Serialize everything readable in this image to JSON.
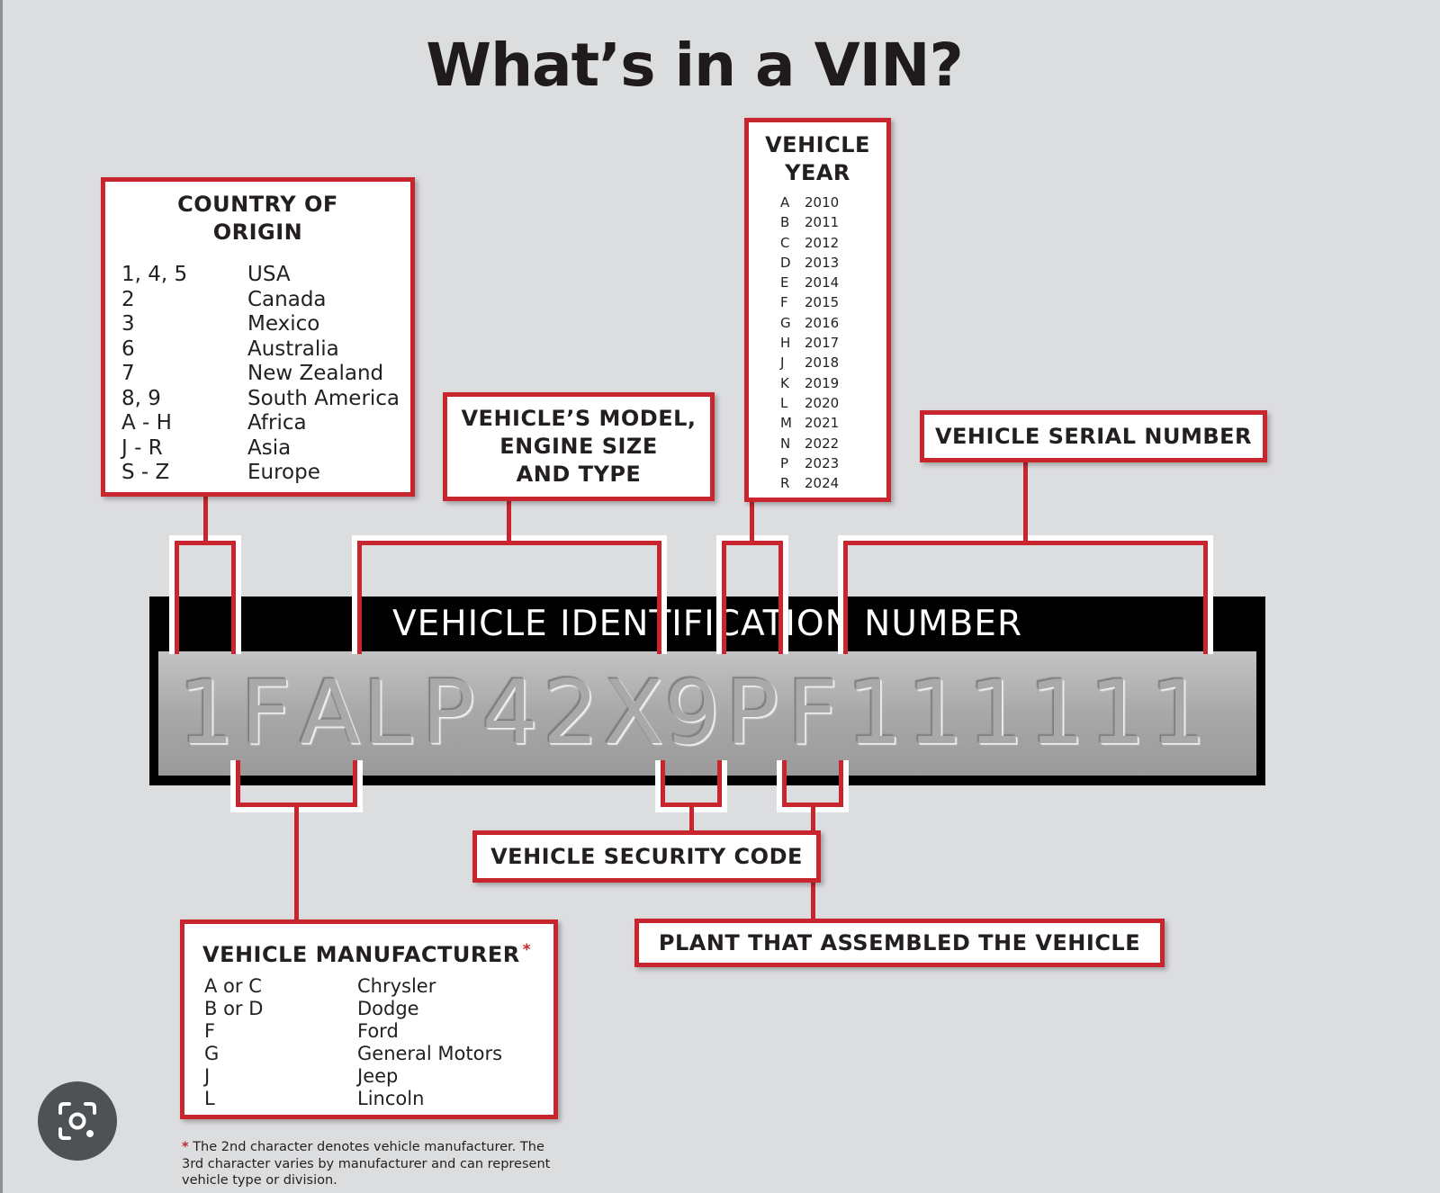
{
  "title": "What’s in a VIN?",
  "vin_label": "VEHICLE IDENTIFICATION NUMBER",
  "vin_characters": [
    "1",
    "F",
    "A",
    "L",
    "P",
    "4",
    "2",
    "X",
    "9",
    "P",
    "F",
    "1",
    "1",
    "1",
    "1",
    "1",
    "1"
  ],
  "country_of_origin": {
    "heading": "COUNTRY OF ORIGIN",
    "rows": [
      {
        "code": "1, 4, 5",
        "name": "USA"
      },
      {
        "code": "2",
        "name": "Canada"
      },
      {
        "code": "3",
        "name": "Mexico"
      },
      {
        "code": "6",
        "name": "Australia"
      },
      {
        "code": "7",
        "name": "New Zealand"
      },
      {
        "code": "8, 9",
        "name": "South America"
      },
      {
        "code": "A - H",
        "name": "Africa"
      },
      {
        "code": "J - R",
        "name": "Asia"
      },
      {
        "code": "S - Z",
        "name": "Europe"
      }
    ]
  },
  "model_engine": {
    "heading_lines": [
      "VEHICLE’S MODEL,",
      "ENGINE SIZE",
      "AND TYPE"
    ]
  },
  "vehicle_year": {
    "heading_lines": [
      "VEHICLE",
      "YEAR"
    ],
    "rows": [
      {
        "code": "A",
        "year": "2010"
      },
      {
        "code": "B",
        "year": "2011"
      },
      {
        "code": "C",
        "year": "2012"
      },
      {
        "code": "D",
        "year": "2013"
      },
      {
        "code": "E",
        "year": "2014"
      },
      {
        "code": "F",
        "year": "2015"
      },
      {
        "code": "G",
        "year": "2016"
      },
      {
        "code": "H",
        "year": "2017"
      },
      {
        "code": "J",
        "year": "2018"
      },
      {
        "code": "K",
        "year": "2019"
      },
      {
        "code": "L",
        "year": "2020"
      },
      {
        "code": "M",
        "year": "2021"
      },
      {
        "code": "N",
        "year": "2022"
      },
      {
        "code": "P",
        "year": "2023"
      },
      {
        "code": "R",
        "year": "2024"
      }
    ]
  },
  "serial_number": {
    "heading": "VEHICLE SERIAL NUMBER"
  },
  "security_code": {
    "heading": "VEHICLE SECURITY CODE"
  },
  "assembly_plant": {
    "heading": "PLANT THAT ASSEMBLED THE VEHICLE"
  },
  "manufacturer": {
    "heading": "VEHICLE MANUFACTURER",
    "asterisk": "*",
    "rows": [
      {
        "code": "A or C",
        "name": "Chrysler"
      },
      {
        "code": "B or D",
        "name": "Dodge"
      },
      {
        "code": "F",
        "name": "Ford"
      },
      {
        "code": "G",
        "name": "General Motors"
      },
      {
        "code": "J",
        "name": "Jeep"
      },
      {
        "code": "L",
        "name": "Lincoln"
      }
    ]
  },
  "footnote": {
    "asterisk": "*",
    "text": "The 2nd character denotes vehicle manufacturer. The 3rd character varies by manufacturer and can represent vehicle type or division."
  },
  "brackets": [
    {
      "label": "country-of-origin",
      "position": "top",
      "from_char": 1,
      "to_char": 1
    },
    {
      "label": "model-engine",
      "position": "top",
      "from_char": 4,
      "to_char": 8
    },
    {
      "label": "vehicle-year",
      "position": "top",
      "from_char": 10,
      "to_char": 10
    },
    {
      "label": "serial-number",
      "position": "top",
      "from_char": 12,
      "to_char": 17
    },
    {
      "label": "manufacturer",
      "position": "bottom",
      "from_char": 2,
      "to_char": 3
    },
    {
      "label": "security-code",
      "position": "bottom",
      "from_char": 9,
      "to_char": 9
    },
    {
      "label": "assembly-plant",
      "position": "bottom",
      "from_char": 11,
      "to_char": 11
    }
  ],
  "colors": {
    "accent_red": "#c9252f",
    "plate_black": "#000000",
    "background": "#dcdddf"
  },
  "icons": {
    "lens_button": "visual-search-icon"
  }
}
